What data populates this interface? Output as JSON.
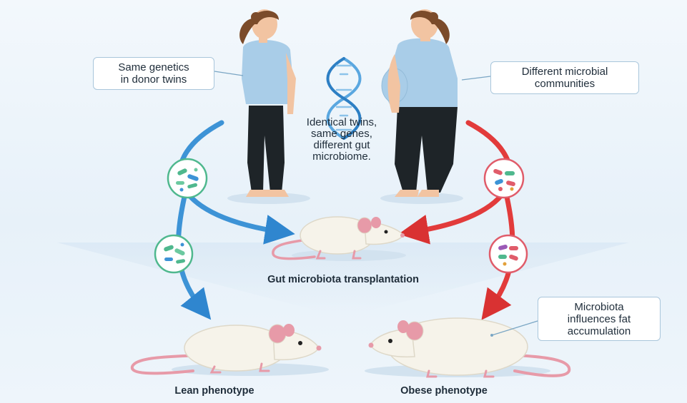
{
  "callouts": {
    "same_genetics": "Same genetics\nin donor twins",
    "different_communities": "Different microbial\ncommunities",
    "fat_accumulation": "Microbiota\ninfluences fat\naccumulation"
  },
  "center_text": "Identical twins,\nsame genes,\ndifferent gut\nmicrobiome.",
  "labels": {
    "transplantation": "Gut microbiota transplantation",
    "lean": "Lean phenotype",
    "obese": "Obese phenotype"
  },
  "icons": {
    "dna": "dna-helix-icon",
    "lean_bacteria": "lean-bacteria-icon",
    "obese_bacteria": "obese-bacteria-icon"
  },
  "colors": {
    "lean_flow": "#3d93d6",
    "obese_flow": "#e23b3b",
    "callout_border": "#a9c6db",
    "mouse_body": "#f6f3ea",
    "mouse_pink": "#e79aa8",
    "shirt": "#a9cde8",
    "leggings": "#1e2428"
  }
}
